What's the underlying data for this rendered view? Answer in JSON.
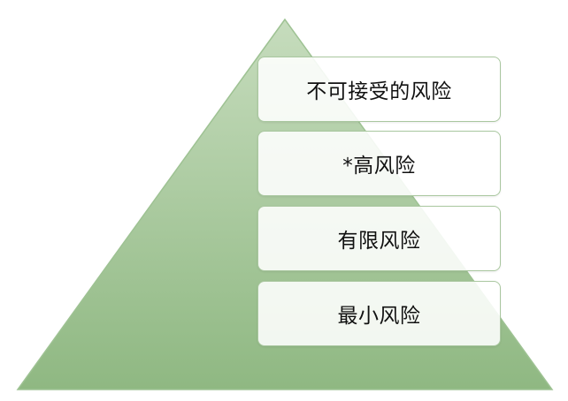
{
  "diagram": {
    "type": "pyramid",
    "levels": [
      {
        "label": "不可接受的风险"
      },
      {
        "label": "*高风险"
      },
      {
        "label": "有限风险"
      },
      {
        "label": "最小风险"
      }
    ]
  },
  "colors": {
    "pyramid_top": "#c6dcbd",
    "pyramid_bottom": "#8fb882",
    "pyramid_stroke": "#9ec293",
    "box_border": "#a9c79f",
    "box_fill": "#ffffff",
    "text": "#111111"
  }
}
